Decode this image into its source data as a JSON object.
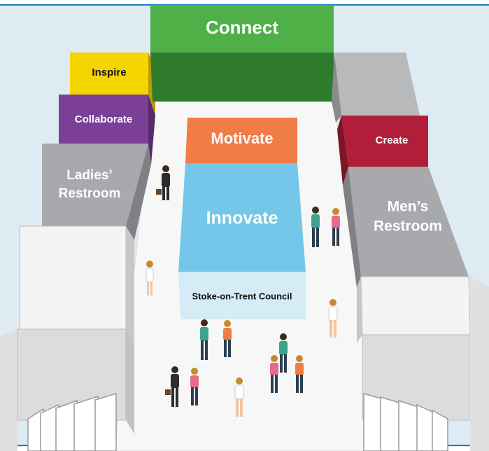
{
  "zones": {
    "connect": {
      "label": "Connect",
      "color": "#4fb048"
    },
    "inspire": {
      "label": "Inspire",
      "color": "#f4d500"
    },
    "collaborate": {
      "label": "Collaborate",
      "color": "#7b3f98"
    },
    "ladies": {
      "label_line1": "Ladies’",
      "label_line2": "Restroom",
      "color": "#a7a9ac"
    },
    "motivate": {
      "label": "Motivate",
      "color": "#f07c46"
    },
    "innovate": {
      "label": "Innovate",
      "color": "#74c7e8"
    },
    "council": {
      "label": "Stoke-on-Trent Council",
      "color": "#d5ecf6"
    },
    "create": {
      "label": "Create",
      "color": "#b01e3a"
    },
    "mens": {
      "label_line1": "Men’s",
      "label_line2": "Restroom",
      "color": "#a7a9ac"
    }
  }
}
